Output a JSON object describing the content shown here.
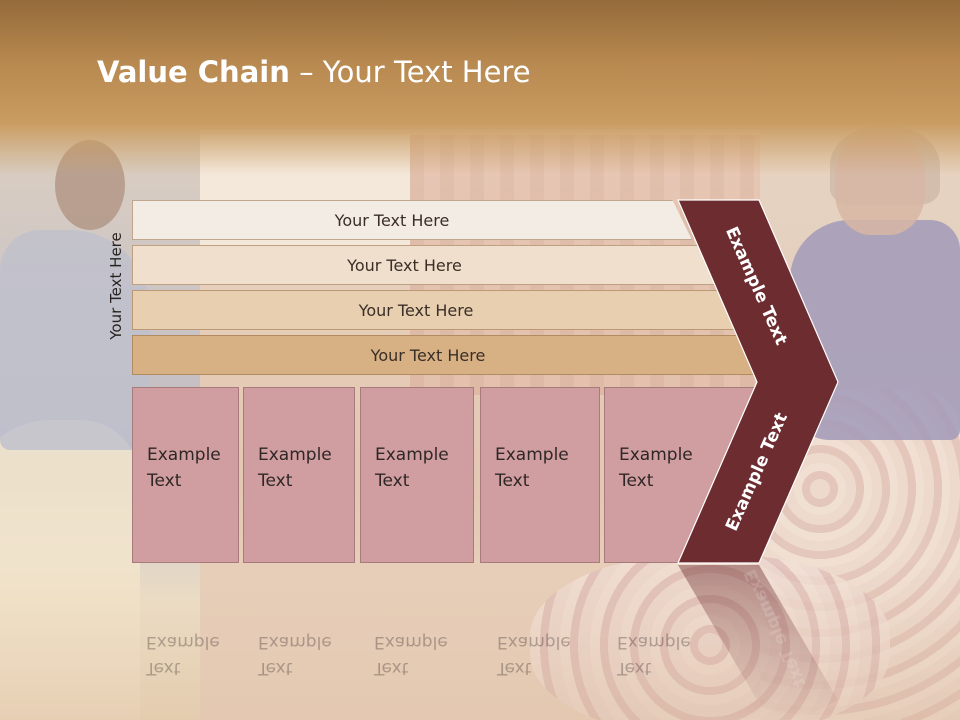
{
  "slide": {
    "title_bold": "Value Chain",
    "title_rest": " – Your Text Here",
    "side_label": "Your Text Here"
  },
  "bars": [
    {
      "label": "Your Text Here",
      "color": "#f3ece4"
    },
    {
      "label": "Your Text Here",
      "color": "#efdfcc"
    },
    {
      "label": "Your Text Here",
      "color": "#e8cfb0"
    },
    {
      "label": "Your Text Here",
      "color": "#d7b083"
    }
  ],
  "cells": [
    {
      "line1": "Example",
      "line2": "Text"
    },
    {
      "line1": "Example",
      "line2": "Text"
    },
    {
      "line1": "Example",
      "line2": "Text"
    },
    {
      "line1": "Example",
      "line2": "Text"
    },
    {
      "line1": "Example",
      "line2": "Text"
    }
  ],
  "chevron": {
    "upper_label": "Example Text",
    "lower_label": "Example Text",
    "color": "#6c2c30"
  },
  "colors": {
    "cell_fill": "#d09ea0",
    "title_text": "#ffffff"
  }
}
